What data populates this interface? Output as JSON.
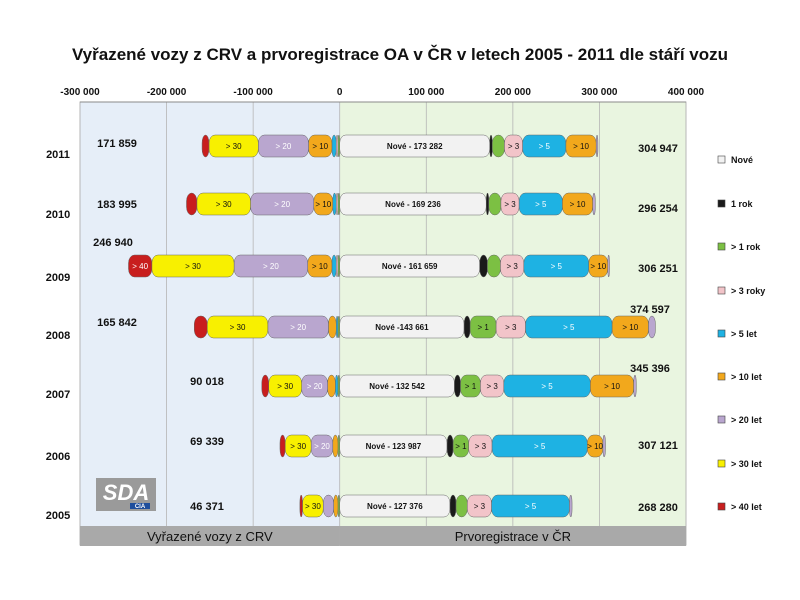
{
  "chart_data": {
    "type": "bar",
    "orientation": "horizontal-stacked-diverging",
    "title": "Vyřazené vozy z CRV a prvoregistrace OA v ČR v letech 2005 - 2011 dle stáří vozu",
    "xlim": [
      -300000,
      400000
    ],
    "x_ticks": [
      -300000,
      -200000,
      -100000,
      0,
      100000,
      200000,
      300000,
      400000
    ],
    "x_tick_labels": [
      "-300 000",
      "-200 000",
      "-100 000",
      "0",
      "100 000",
      "200 000",
      "300 000",
      "400 000"
    ],
    "grid": "vertical",
    "legend_position": "right",
    "left_label": "Vyřazené vozy z CRV",
    "right_label": "Prvoregistrace v ČR",
    "series": [
      {
        "name": "Nové",
        "color": "#f2f2f2",
        "label_prefix": "Nové - "
      },
      {
        "name": "1 rok",
        "color": "#1a1a1a",
        "label": ""
      },
      {
        "name": "> 1 rok",
        "color": "#7cc043",
        "label": "> 1"
      },
      {
        "name": "> 3 roky",
        "color": "#f2c4c9",
        "label": "> 3"
      },
      {
        "name": "> 5 let",
        "color": "#1eb2e3",
        "label": "> 5"
      },
      {
        "name": "> 10 let",
        "color": "#f2a81c",
        "label": "> 10"
      },
      {
        "name": "> 20 let",
        "color": "#b9a6cf",
        "label": "> 20"
      },
      {
        "name": "> 30 let",
        "color": "#f8f000",
        "label": "> 30"
      },
      {
        "name": "> 40 let",
        "color": "#c81e1e",
        "label": "> 40"
      }
    ],
    "rows": [
      {
        "year": "2011",
        "scrapped_total": "171 859",
        "registered_total": "304 947",
        "new_label": "Nové - 173 282",
        "scrapped": [
          [
            "> 40 let",
            8000
          ],
          [
            "> 30 let",
            57000
          ],
          [
            "> 20 let",
            58000
          ],
          [
            "> 10 let",
            27000
          ],
          [
            "> 5 let",
            5000
          ],
          [
            "> 3 roky",
            2000
          ],
          [
            "> 1 rok",
            2000
          ]
        ],
        "registered": [
          [
            "Nové",
            173282
          ],
          [
            "1 rok",
            3000
          ],
          [
            "> 1 rok",
            14000
          ],
          [
            "> 3 roky",
            21000
          ],
          [
            "> 5 let",
            50000
          ],
          [
            "> 10 let",
            35000
          ],
          [
            "> 20 let",
            2000
          ]
        ]
      },
      {
        "year": "2010",
        "scrapped_total": "183 995",
        "registered_total": "296 254",
        "new_label": "Nové - 169 236",
        "scrapped": [
          [
            "> 40 let",
            12000
          ],
          [
            "> 30 let",
            62000
          ],
          [
            "> 20 let",
            73000
          ],
          [
            "> 10 let",
            22000
          ],
          [
            "> 5 let",
            4000
          ],
          [
            "> 3 roky",
            2000
          ],
          [
            "> 1 rok",
            2000
          ]
        ],
        "registered": [
          [
            "Nové",
            169236
          ],
          [
            "1 rok",
            3000
          ],
          [
            "> 1 rok",
            14000
          ],
          [
            "> 3 roky",
            21000
          ],
          [
            "> 5 let",
            50000
          ],
          [
            "> 10 let",
            35000
          ],
          [
            "> 20 let",
            3000
          ]
        ]
      },
      {
        "year": "2009",
        "scrapped_total": "246 940",
        "registered_total": "306 251",
        "new_label": "Nové - 161 659",
        "scrapped": [
          [
            "> 40 let",
            27000
          ],
          [
            "> 30 let",
            95000
          ],
          [
            "> 20 let",
            85000
          ],
          [
            "> 10 let",
            28000
          ],
          [
            "> 5 let",
            5000
          ],
          [
            "> 3 roky",
            2000
          ],
          [
            "> 1 rok",
            2000
          ]
        ],
        "registered": [
          [
            "Nové",
            161659
          ],
          [
            "1 rok",
            9000
          ],
          [
            "> 1 rok",
            15000
          ],
          [
            "> 3 roky",
            27000
          ],
          [
            "> 5 let",
            75000
          ],
          [
            "> 10 let",
            22000
          ],
          [
            "> 20 let",
            2000
          ]
        ]
      },
      {
        "year": "2008",
        "scrapped_total": "165 842",
        "registered_total": "374 597",
        "new_label": "Nové -143 661",
        "scrapped": [
          [
            "> 40 let",
            15000
          ],
          [
            "> 30 let",
            70000
          ],
          [
            "> 20 let",
            70000
          ],
          [
            "> 10 let",
            9000
          ],
          [
            "> 5 let",
            2000
          ],
          [
            "> 1 rok",
            2000
          ]
        ],
        "registered": [
          [
            "Nové",
            143661
          ],
          [
            "1 rok",
            7000
          ],
          [
            "> 1 rok",
            30000
          ],
          [
            "> 3 roky",
            34000
          ],
          [
            "> 5 let",
            100000
          ],
          [
            "> 10 let",
            42000
          ],
          [
            "> 20 let",
            8000
          ]
        ]
      },
      {
        "year": "2007",
        "scrapped_total": "90 018",
        "registered_total": "345 396",
        "new_label": "Nové - 132 542",
        "scrapped": [
          [
            "> 40 let",
            8000
          ],
          [
            "> 30 let",
            38000
          ],
          [
            "> 20 let",
            30000
          ],
          [
            "> 10 let",
            9000
          ],
          [
            "> 5 let",
            3000
          ],
          [
            "> 1 rok",
            2000
          ]
        ],
        "registered": [
          [
            "Nové",
            132542
          ],
          [
            "1 rok",
            7000
          ],
          [
            "> 1 rok",
            23000
          ],
          [
            "> 3 roky",
            27000
          ],
          [
            "> 5 let",
            100000
          ],
          [
            "> 10 let",
            50000
          ],
          [
            "> 20 let",
            3000
          ]
        ]
      },
      {
        "year": "2006",
        "scrapped_total": "69 339",
        "registered_total": "307 121",
        "new_label": "Nové - 123 987",
        "scrapped": [
          [
            "> 40 let",
            6000
          ],
          [
            "> 30 let",
            30000
          ],
          [
            "> 20 let",
            25000
          ],
          [
            "> 10 let",
            6000
          ],
          [
            "> 1 rok",
            2000
          ]
        ],
        "registered": [
          [
            "Nové",
            123987
          ],
          [
            "1 rok",
            7000
          ],
          [
            "> 1 rok",
            18000
          ],
          [
            "> 3 roky",
            27000
          ],
          [
            "> 5 let",
            110000
          ],
          [
            "> 10 let",
            18000
          ],
          [
            "> 20 let",
            3000
          ]
        ]
      },
      {
        "year": "2005",
        "scrapped_total": "46 371",
        "registered_total": "268 280",
        "new_label": "Nové - 127 376",
        "scrapped": [
          [
            "> 40 let",
            3000
          ],
          [
            "> 30 let",
            24000
          ],
          [
            "> 20 let",
            12000
          ],
          [
            "> 10 let",
            5000
          ],
          [
            "> 1 rok",
            2000
          ]
        ],
        "registered": [
          [
            "Nové",
            127376
          ],
          [
            "1 rok",
            7000
          ],
          [
            "> 1 rok",
            13000
          ],
          [
            "> 3 roky",
            28000
          ],
          [
            "> 5 let",
            90000
          ],
          [
            "> 20 let",
            3000
          ]
        ]
      }
    ]
  },
  "logo": {
    "text": "SDA",
    "sub": "CIA"
  }
}
